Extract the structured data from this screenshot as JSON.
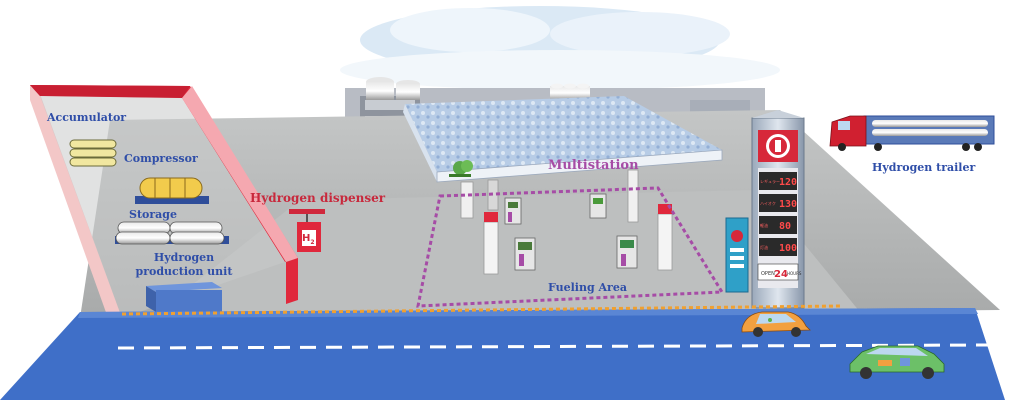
{
  "labels": {
    "accumulator": "Accumulator",
    "compressor": "Compressor",
    "storage": "Storage",
    "production_line1": "Hydrogen",
    "production_line2": "production unit",
    "dispenser": "Hydrogen dispenser",
    "multistation": "Multistation",
    "fueling_area": "Fueling Area",
    "trailer": "Hydrogen trailer"
  },
  "dispenser_sign": {
    "text": "H",
    "subscript": "2"
  },
  "price_board": {
    "rows": [
      {
        "tag": "レギュラー",
        "price": "120"
      },
      {
        "tag": "ハイオク",
        "price": "130"
      },
      {
        "tag": "軽油",
        "price": "80"
      },
      {
        "tag": "灯油",
        "price": "100"
      }
    ],
    "hours_text": "24",
    "hours_prefix": "OPEN",
    "hours_suffix": "HOURS"
  },
  "colors": {
    "road": "#3f6fc8",
    "ground": "#b4b6b6",
    "red_frame": "#e0283c",
    "purple_dash": "#a64ca6",
    "orange_dash": "#f0a030",
    "label_blue": "#2f4ea8",
    "label_red": "#c8283c"
  },
  "icons": [
    "cloud-icon",
    "fuel-pump-icon",
    "car-icon",
    "truck-icon",
    "tank-icon",
    "canopy-logo-icon"
  ]
}
